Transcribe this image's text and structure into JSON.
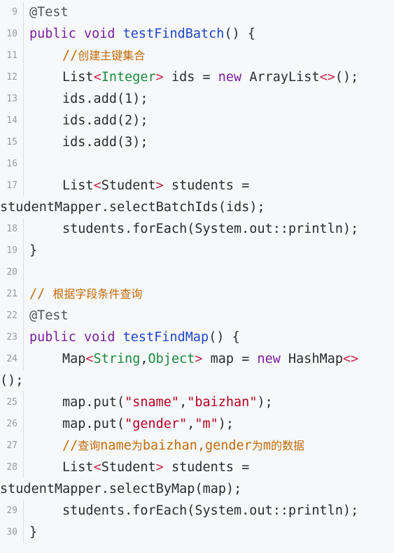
{
  "code": {
    "lines": [
      {
        "no": "9",
        "indent": false,
        "tokens": [
          {
            "t": "@Test",
            "c": "an"
          }
        ]
      },
      {
        "no": "10",
        "indent": false,
        "tokens": [
          {
            "t": "public void ",
            "c": "kw"
          },
          {
            "t": "testFindBatch",
            "c": "fn"
          },
          {
            "t": "() {",
            "c": ""
          }
        ]
      },
      {
        "no": "11",
        "indent": true,
        "tokens": [
          {
            "t": "//",
            "c": "cm"
          },
          {
            "t": "创建主键集合",
            "c": "cm cjk"
          }
        ]
      },
      {
        "no": "12",
        "indent": true,
        "tokens": [
          {
            "t": "List",
            "c": ""
          },
          {
            "t": "<",
            "c": "lt"
          },
          {
            "t": "Integer",
            "c": "ty"
          },
          {
            "t": ">",
            "c": "lt"
          },
          {
            "t": " ids = ",
            "c": ""
          },
          {
            "t": "new",
            "c": "kw"
          },
          {
            "t": " ArrayList",
            "c": ""
          },
          {
            "t": "<>",
            "c": "lt"
          },
          {
            "t": "();",
            "c": ""
          }
        ]
      },
      {
        "no": "13",
        "indent": true,
        "tokens": [
          {
            "t": "ids.add(1);",
            "c": ""
          }
        ]
      },
      {
        "no": "14",
        "indent": true,
        "tokens": [
          {
            "t": "ids.add(2);",
            "c": ""
          }
        ]
      },
      {
        "no": "15",
        "indent": true,
        "tokens": [
          {
            "t": "ids.add(3);",
            "c": ""
          }
        ]
      },
      {
        "no": "16",
        "indent": false,
        "tokens": []
      },
      {
        "no": "17",
        "indent": true,
        "tokens": [
          {
            "t": "List",
            "c": ""
          },
          {
            "t": "<",
            "c": "lt"
          },
          {
            "t": "Student",
            "c": ""
          },
          {
            "t": ">",
            "c": "lt"
          },
          {
            "t": " students =",
            "c": ""
          }
        ]
      },
      {
        "no": "",
        "indent": false,
        "wrap": true,
        "tokens": [
          {
            "t": "studentMapper.selectBatchIds(ids);",
            "c": ""
          }
        ]
      },
      {
        "no": "18",
        "indent": true,
        "tokens": [
          {
            "t": "students.forEach(System.out::println);",
            "c": ""
          }
        ]
      },
      {
        "no": "19",
        "indent": false,
        "tokens": [
          {
            "t": "}",
            "c": ""
          }
        ]
      },
      {
        "no": "20",
        "indent": false,
        "tokens": []
      },
      {
        "no": "21",
        "indent": false,
        "tokens": [
          {
            "t": "// ",
            "c": "cm"
          },
          {
            "t": "根据字段条件查询",
            "c": "cm cjk"
          }
        ]
      },
      {
        "no": "22",
        "indent": false,
        "tokens": [
          {
            "t": "@Test",
            "c": "an"
          }
        ]
      },
      {
        "no": "23",
        "indent": false,
        "tokens": [
          {
            "t": "public void ",
            "c": "kw"
          },
          {
            "t": "testFindMap",
            "c": "fn"
          },
          {
            "t": "() {",
            "c": ""
          }
        ]
      },
      {
        "no": "24",
        "indent": true,
        "tokens": [
          {
            "t": "Map",
            "c": ""
          },
          {
            "t": "<",
            "c": "lt"
          },
          {
            "t": "String",
            "c": "ty"
          },
          {
            "t": ",",
            "c": ""
          },
          {
            "t": "Object",
            "c": "ty"
          },
          {
            "t": ">",
            "c": "lt"
          },
          {
            "t": " map = ",
            "c": ""
          },
          {
            "t": "new",
            "c": "kw"
          },
          {
            "t": " HashMap",
            "c": ""
          },
          {
            "t": "<>",
            "c": "lt"
          }
        ]
      },
      {
        "no": "",
        "indent": false,
        "wrap": true,
        "tokens": [
          {
            "t": "();",
            "c": ""
          }
        ]
      },
      {
        "no": "25",
        "indent": true,
        "tokens": [
          {
            "t": "map.put(",
            "c": ""
          },
          {
            "t": "\"sname\"",
            "c": "str"
          },
          {
            "t": ",",
            "c": ""
          },
          {
            "t": "\"baizhan\"",
            "c": "str"
          },
          {
            "t": ");",
            "c": ""
          }
        ]
      },
      {
        "no": "26",
        "indent": true,
        "tokens": [
          {
            "t": "map.put(",
            "c": ""
          },
          {
            "t": "\"gender\"",
            "c": "str"
          },
          {
            "t": ",",
            "c": ""
          },
          {
            "t": "\"m\"",
            "c": "str"
          },
          {
            "t": ");",
            "c": ""
          }
        ]
      },
      {
        "no": "27",
        "indent": true,
        "tokens": [
          {
            "t": "//",
            "c": "cm"
          },
          {
            "t": "查询",
            "c": "cm cjk"
          },
          {
            "t": "name",
            "c": "cm"
          },
          {
            "t": "为",
            "c": "cm cjk"
          },
          {
            "t": "baizhan,gender",
            "c": "cm"
          },
          {
            "t": "为",
            "c": "cm cjk"
          },
          {
            "t": "m",
            "c": "cm"
          },
          {
            "t": "的数据",
            "c": "cm cjk"
          }
        ]
      },
      {
        "no": "28",
        "indent": true,
        "tokens": [
          {
            "t": "List",
            "c": ""
          },
          {
            "t": "<",
            "c": "lt"
          },
          {
            "t": "Student",
            "c": ""
          },
          {
            "t": ">",
            "c": "lt"
          },
          {
            "t": " students =",
            "c": ""
          }
        ]
      },
      {
        "no": "",
        "indent": false,
        "wrap": true,
        "tokens": [
          {
            "t": "studentMapper.selectByMap(map);",
            "c": ""
          }
        ]
      },
      {
        "no": "29",
        "indent": true,
        "tokens": [
          {
            "t": "students.forEach(System.out::println);",
            "c": ""
          }
        ]
      },
      {
        "no": "30",
        "indent": false,
        "tokens": [
          {
            "t": "}",
            "c": ""
          }
        ]
      }
    ]
  }
}
